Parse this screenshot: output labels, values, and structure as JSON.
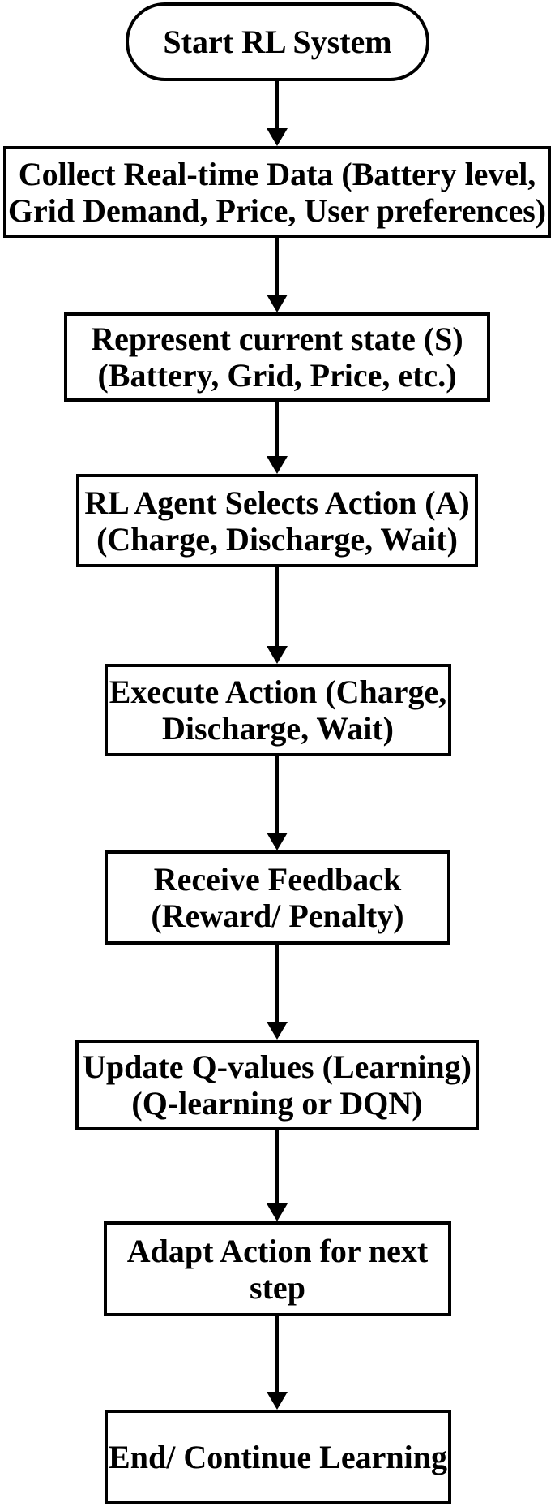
{
  "diagram": {
    "type": "flowchart",
    "colors": {
      "stroke": "#000000",
      "text": "#000000",
      "background": "#ffffff"
    },
    "nodes": [
      {
        "id": "start",
        "shape": "terminator",
        "lines": [
          "Start RL System"
        ]
      },
      {
        "id": "collect-data",
        "shape": "process",
        "lines": [
          "Collect Real-time Data (Battery level,",
          "Grid Demand, Price, User preferences)"
        ]
      },
      {
        "id": "represent-state",
        "shape": "process",
        "lines": [
          "Represent current state (S)",
          "(Battery, Grid, Price, etc.)"
        ]
      },
      {
        "id": "select-action",
        "shape": "process",
        "lines": [
          "RL Agent Selects Action (A)",
          "(Charge, Discharge, Wait)"
        ]
      },
      {
        "id": "execute-action",
        "shape": "process",
        "lines": [
          "Execute Action (Charge,",
          "Discharge, Wait)"
        ]
      },
      {
        "id": "receive-feedback",
        "shape": "process",
        "lines": [
          "Receive Feedback",
          "(Reward/ Penalty)"
        ]
      },
      {
        "id": "update-q-values",
        "shape": "process",
        "lines": [
          "Update Q-values (Learning)",
          "(Q-learning or DQN)"
        ]
      },
      {
        "id": "adapt-action",
        "shape": "process",
        "lines": [
          "Adapt Action for next",
          "step"
        ]
      },
      {
        "id": "end-continue",
        "shape": "process",
        "lines": [
          "End/ Continue Learning"
        ]
      }
    ],
    "edges": [
      {
        "from": "start",
        "to": "collect-data"
      },
      {
        "from": "collect-data",
        "to": "represent-state"
      },
      {
        "from": "represent-state",
        "to": "select-action"
      },
      {
        "from": "select-action",
        "to": "execute-action"
      },
      {
        "from": "execute-action",
        "to": "receive-feedback"
      },
      {
        "from": "receive-feedback",
        "to": "update-q-values"
      },
      {
        "from": "update-q-values",
        "to": "adapt-action"
      },
      {
        "from": "adapt-action",
        "to": "end-continue"
      }
    ]
  }
}
